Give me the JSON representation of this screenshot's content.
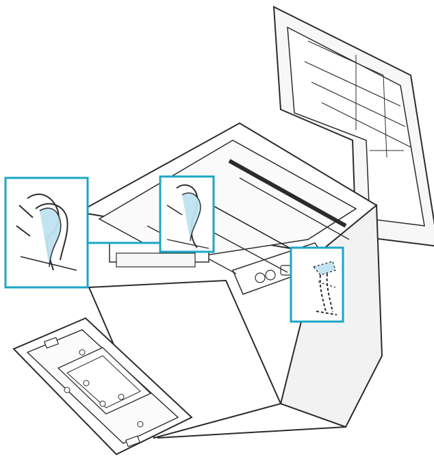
{
  "figure": {
    "subject": "printer-open-cover-illustration",
    "colors": {
      "line": "#2b2b2b",
      "callout": "#1aa6c7",
      "highlight": "#bfe3f2",
      "panel": "#f2f2f2",
      "shadow": "#d9d9d9"
    },
    "callouts": [
      {
        "name": "zoom-inset-left-lever"
      },
      {
        "name": "left-lever-highlight"
      },
      {
        "name": "right-lever-highlight"
      }
    ]
  }
}
